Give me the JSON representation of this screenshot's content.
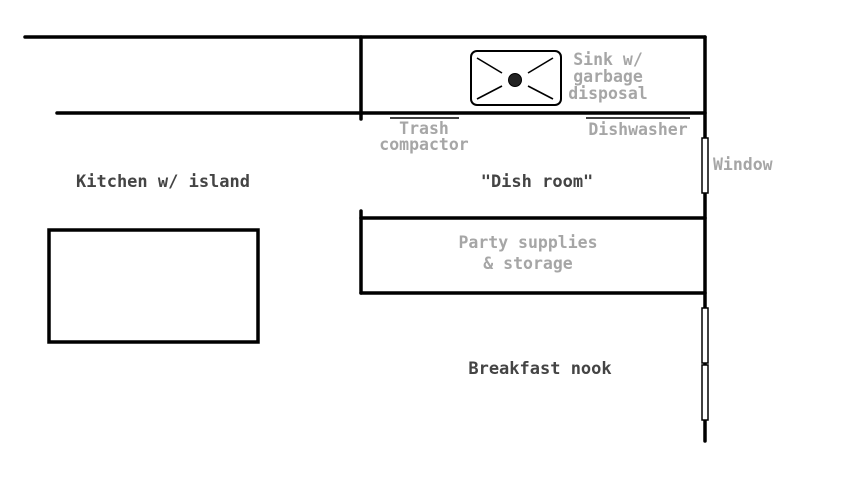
{
  "labels": {
    "kitchen": "Kitchen w/ island",
    "dish_room": "\"Dish room\"",
    "breakfast_nook": "Breakfast nook",
    "sink_line1": "Sink w/",
    "sink_line2": "garbage",
    "sink_line3": "disposal",
    "trash_line1": "Trash",
    "trash_line2": "compactor",
    "dishwasher": "Dishwasher",
    "window": "Window",
    "party_line1": "Party supplies",
    "party_line2": "& storage"
  },
  "colors": {
    "wall": "#000000",
    "room_label": "#444444",
    "fixture_label": "#a6a6a6"
  }
}
